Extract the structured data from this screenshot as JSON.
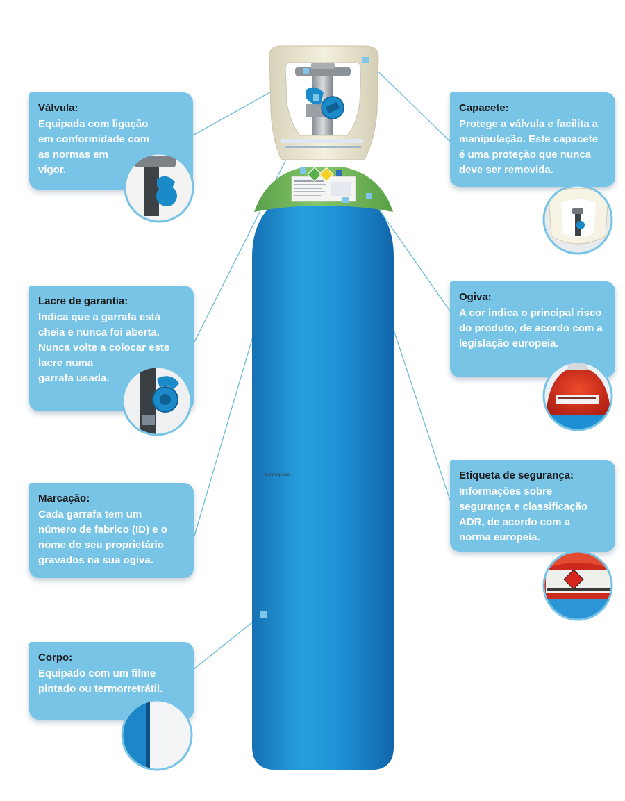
{
  "colors": {
    "card_bg": "#78c4e6",
    "cylinder_blue": "#1f8fd4",
    "shoulder_green": "#7dbb5c",
    "cap_cream": "#ece7d2",
    "leader_line": "#6bbcdc",
    "valve_blue": "#1b8ac8"
  },
  "icons": {
    "valve": "valve-icon",
    "cap": "protective-cap-icon",
    "seal": "warranty-seal-icon",
    "label": "hazard-diamond-icon"
  },
  "labels": {
    "valvula": {
      "title": "Válvula:",
      "text": "Equipada com ligação\nem conformidade com\nas normas em\nvigor."
    },
    "capacete": {
      "title": "Capacete:",
      "text": "Protege a válvula e facilita a\nmanipulação. Este capacete\né uma proteção que nunca\ndeve ser removida."
    },
    "lacre": {
      "title": "Lacre de garantia:",
      "text": "Indica que a garrafa está\ncheia e nunca foi aberta.\nNunca volte a colocar este\nlacre numa\ngarrafa usada."
    },
    "ogiva": {
      "title": "Ogiva:",
      "text": "A cor indica o principal risco\ndo produto, de acordo com a\nlegislação europeia."
    },
    "etiqueta": {
      "title": "Etiqueta de segurança:",
      "text": "Informações sobre\nsegurança e classificação\nADR, de acordo com a\nnorma europeia."
    },
    "marcacao": {
      "title": "Marcação:",
      "text": "Cada garrafa tem um\nnúmero de fabrico (ID) e o\nnome do seu proprietário\ngravados na sua ogiva."
    },
    "corpo": {
      "title": "Corpo:",
      "text": "Equipado com um filme\npintado ou termorretrátil."
    }
  },
  "body_label": "Lorem ipsum"
}
